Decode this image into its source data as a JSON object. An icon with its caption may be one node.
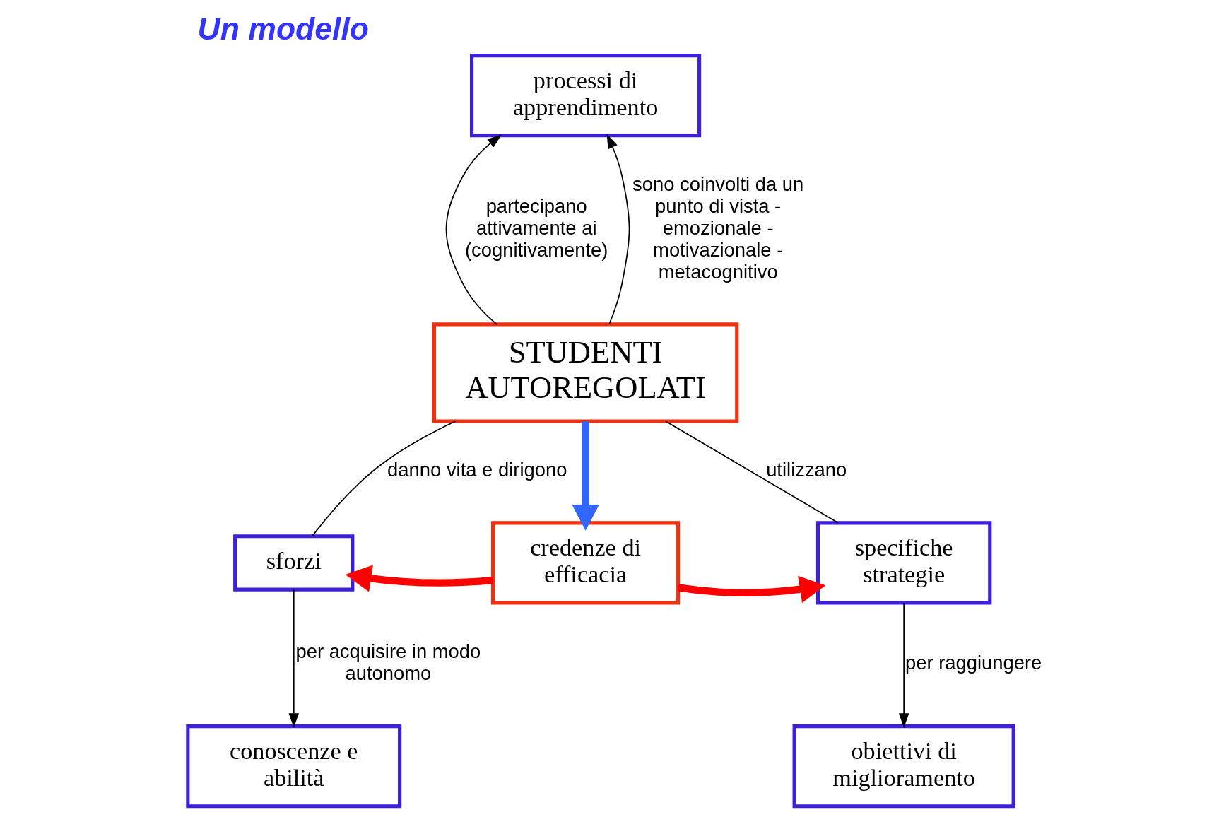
{
  "diagram": {
    "title": "Un modello",
    "nodes": [
      {
        "text": [
          "processi di apprendimento"
        ]
      },
      {
        "text": [
          "STUDENTI AUTOREGOLATI"
        ]
      },
      {
        "text": [
          "credenze di efficacia"
        ]
      },
      {
        "text": [
          "sforzi"
        ]
      },
      {
        "text": [
          "specifiche strategie"
        ]
      },
      {
        "text": [
          "conoscenze e abilità"
        ]
      },
      {
        "text": [
          "obiettivi di miglioramento"
        ]
      }
    ],
    "edges": [
      {
        "from": 1,
        "to": 0,
        "arrow": "to",
        "label": "partecipano attivamente ai (cognitivamente)"
      },
      {
        "from": 1,
        "to": 0,
        "arrow": "to",
        "label": "sono coinvolti da un punto di vista - emozionale - motivazionale - metacognitivo"
      },
      {
        "from": 1,
        "to": 2,
        "arrow": "to",
        "style": "thick",
        "color": "#3366ff"
      },
      {
        "from": 1,
        "to": 3,
        "arrow": "none",
        "label": "danno vita e dirigono"
      },
      {
        "from": 1,
        "to": 4,
        "arrow": "none",
        "label": "utilizzano"
      },
      {
        "from": 2,
        "to": 3,
        "arrow": "to",
        "style": "thick",
        "color": "#ff0000"
      },
      {
        "from": 2,
        "to": 4,
        "arrow": "to",
        "style": "thick",
        "color": "#ff0000"
      },
      {
        "from": 3,
        "to": 5,
        "arrow": "to",
        "label": "per acquisire in modo autonomo"
      },
      {
        "from": 4,
        "to": 6,
        "arrow": "to",
        "label": "per raggiungere"
      }
    ]
  }
}
